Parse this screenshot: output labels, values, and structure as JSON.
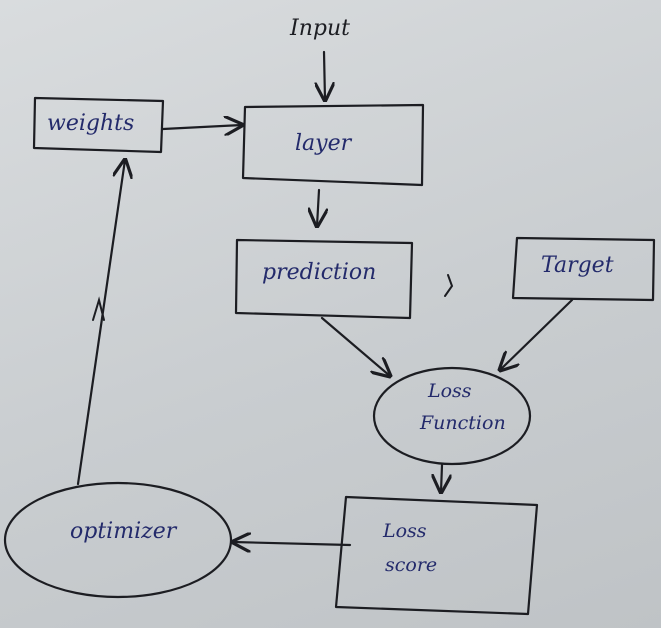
{
  "diagram": {
    "nodes": {
      "input": "Input",
      "weights": "weights",
      "layer": "layer",
      "prediction": "prediction",
      "target": "Target",
      "loss_function": [
        "Loss",
        "Function"
      ],
      "loss_score": [
        "Loss",
        "score"
      ],
      "optimizer": "optimizer"
    },
    "edges": [
      {
        "from": "input",
        "to": "layer"
      },
      {
        "from": "weights",
        "to": "layer"
      },
      {
        "from": "layer",
        "to": "prediction"
      },
      {
        "from": "prediction",
        "to": "loss_function"
      },
      {
        "from": "target",
        "to": "loss_function"
      },
      {
        "from": "loss_function",
        "to": "loss_score"
      },
      {
        "from": "loss_score",
        "to": "optimizer"
      },
      {
        "from": "optimizer",
        "to": "weights"
      }
    ],
    "colors": {
      "ink": "#1c1d22",
      "blue_ink": "#232a6b",
      "paper": "#d4d7d9"
    }
  }
}
